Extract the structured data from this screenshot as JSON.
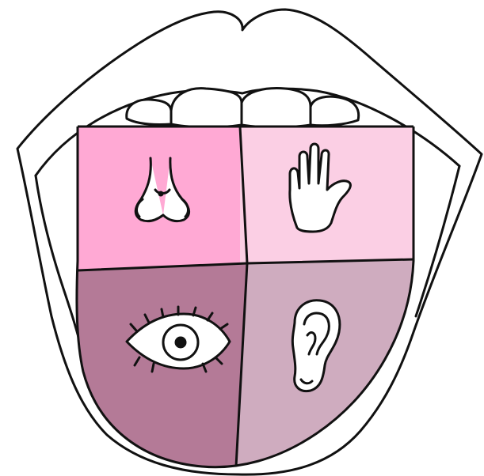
{
  "illustration": {
    "subject": "mouth-with-tongue",
    "quadrants": [
      {
        "position": "top-left",
        "icon": "nose-icon",
        "color": "#FFA9D4"
      },
      {
        "position": "top-right",
        "icon": "hand-icon",
        "color": "#FBCFE4"
      },
      {
        "position": "bottom-left",
        "icon": "eye-icon",
        "color": "#B47A97"
      },
      {
        "position": "bottom-right",
        "icon": "ear-icon",
        "color": "#CFACBF"
      }
    ],
    "colors": {
      "outline": "#111111",
      "lips": "#ffffff",
      "teeth": "#ffffff",
      "background": "#ffffff"
    }
  }
}
